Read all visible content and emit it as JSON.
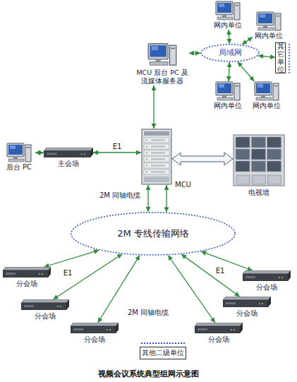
{
  "diagram": {
    "caption": "视频会议系统典型组网示意图",
    "nodes": [
      {
        "text": [
          "网内单位"
        ]
      },
      {
        "text": [
          "网内单位"
        ]
      },
      {
        "text": [
          "局域网"
        ]
      },
      {
        "text": [
          "其它单位"
        ]
      },
      {
        "text": [
          "MCU 后台 PC 及 流媒体服务器"
        ]
      },
      {
        "text": [
          "网内单位"
        ]
      },
      {
        "text": [
          "网内单位"
        ]
      },
      {
        "text": [
          "后台 PC"
        ]
      },
      {
        "text": [
          "主会场"
        ]
      },
      {
        "text": [
          "MCU"
        ]
      },
      {
        "text": [
          "电视墙"
        ]
      },
      {
        "text": [
          "2M 专线传输网络"
        ]
      },
      {
        "text": [
          "分会场"
        ]
      },
      {
        "text": [
          "分会场"
        ]
      },
      {
        "text": [
          "分会场"
        ]
      },
      {
        "text": [
          "其他二级单位"
        ]
      },
      {
        "text": [
          "分会场"
        ]
      },
      {
        "text": [
          "分会场"
        ]
      },
      {
        "text": [
          "分会场"
        ]
      }
    ],
    "edges": [
      {
        "from": 0,
        "to": 2,
        "arrow": "both"
      },
      {
        "from": 1,
        "to": 2,
        "arrow": "both"
      },
      {
        "from": 2,
        "to": 3,
        "arrow": "both"
      },
      {
        "from": 4,
        "to": 2,
        "arrow": "both"
      },
      {
        "from": 5,
        "to": 2,
        "arrow": "both"
      },
      {
        "from": 6,
        "to": 2,
        "arrow": "both"
      },
      {
        "from": 4,
        "to": 9,
        "arrow": "both"
      },
      {
        "from": 7,
        "to": 8,
        "arrow": "both"
      },
      {
        "from": 8,
        "to": 9,
        "arrow": "both",
        "label": "E1"
      },
      {
        "from": 9,
        "to": 10,
        "arrow": "both"
      },
      {
        "from": 9,
        "to": 11,
        "arrow": "both",
        "label": "2M 同轴电缆"
      },
      {
        "from": 9,
        "to": 11,
        "arrow": "both"
      },
      {
        "from": 11,
        "to": 12,
        "arrow": "both"
      },
      {
        "from": 11,
        "to": 13,
        "arrow": "both"
      },
      {
        "from": 11,
        "to": 14,
        "arrow": "both"
      },
      {
        "from": 11,
        "to": 16,
        "arrow": "both"
      },
      {
        "from": 11,
        "to": 17,
        "arrow": "both"
      },
      {
        "from": 11,
        "to": 18,
        "arrow": "both"
      }
    ],
    "labels": [
      "E1",
      "E1",
      "2M 同轴电缆"
    ]
  }
}
